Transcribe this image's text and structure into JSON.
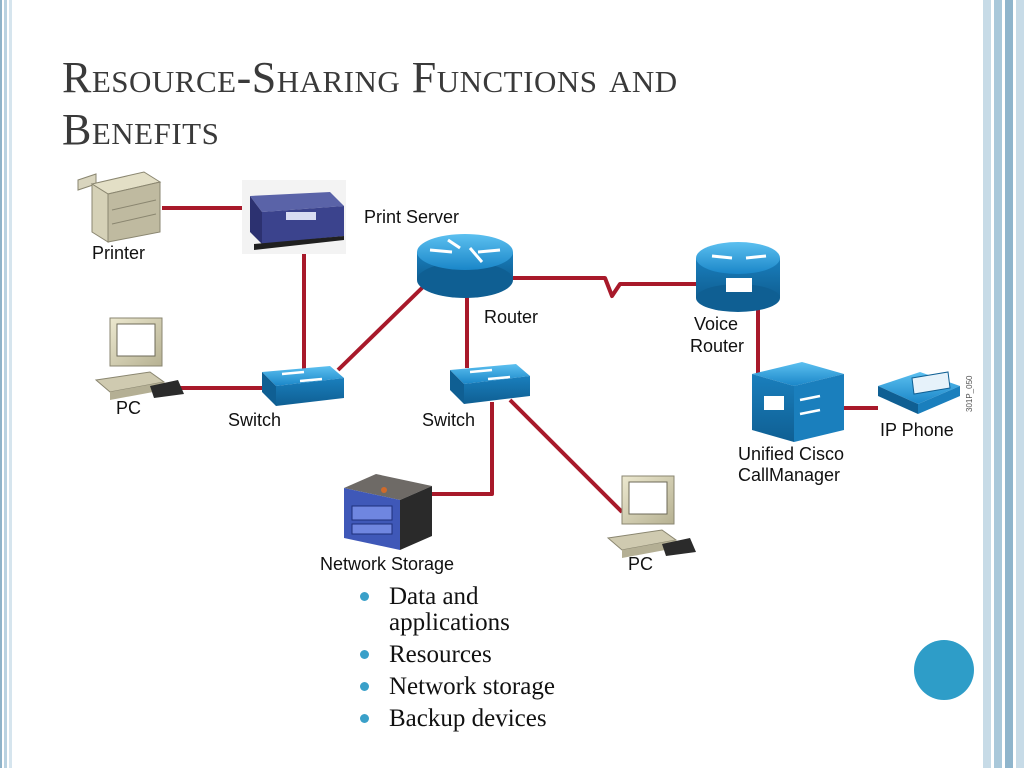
{
  "title": {
    "line1": "Resource-Sharing Functions and",
    "line2": "Benefits"
  },
  "diagram": {
    "labels": {
      "printer": "Printer",
      "print_server": "Print Server",
      "router": "Router",
      "voice_router_1": "Voice",
      "voice_router_2": "Router",
      "pc_left": "PC",
      "switch_left": "Switch",
      "switch_center": "Switch",
      "callmanager_1": "Unified Cisco",
      "callmanager_2": "CallManager",
      "ip_phone": "IP Phone",
      "network_storage": "Network Storage",
      "pc_bottom": "PC",
      "figure_code": "301P_050"
    },
    "colors": {
      "link": "#a8192a",
      "device_blue": "#1e8ed0"
    }
  },
  "bullets": [
    {
      "line1": "Data and",
      "line2": "applications"
    },
    {
      "text": "Resources"
    },
    {
      "text": "Network storage"
    },
    {
      "text": "Backup devices"
    }
  ],
  "accent_color": "#2e9dc8"
}
